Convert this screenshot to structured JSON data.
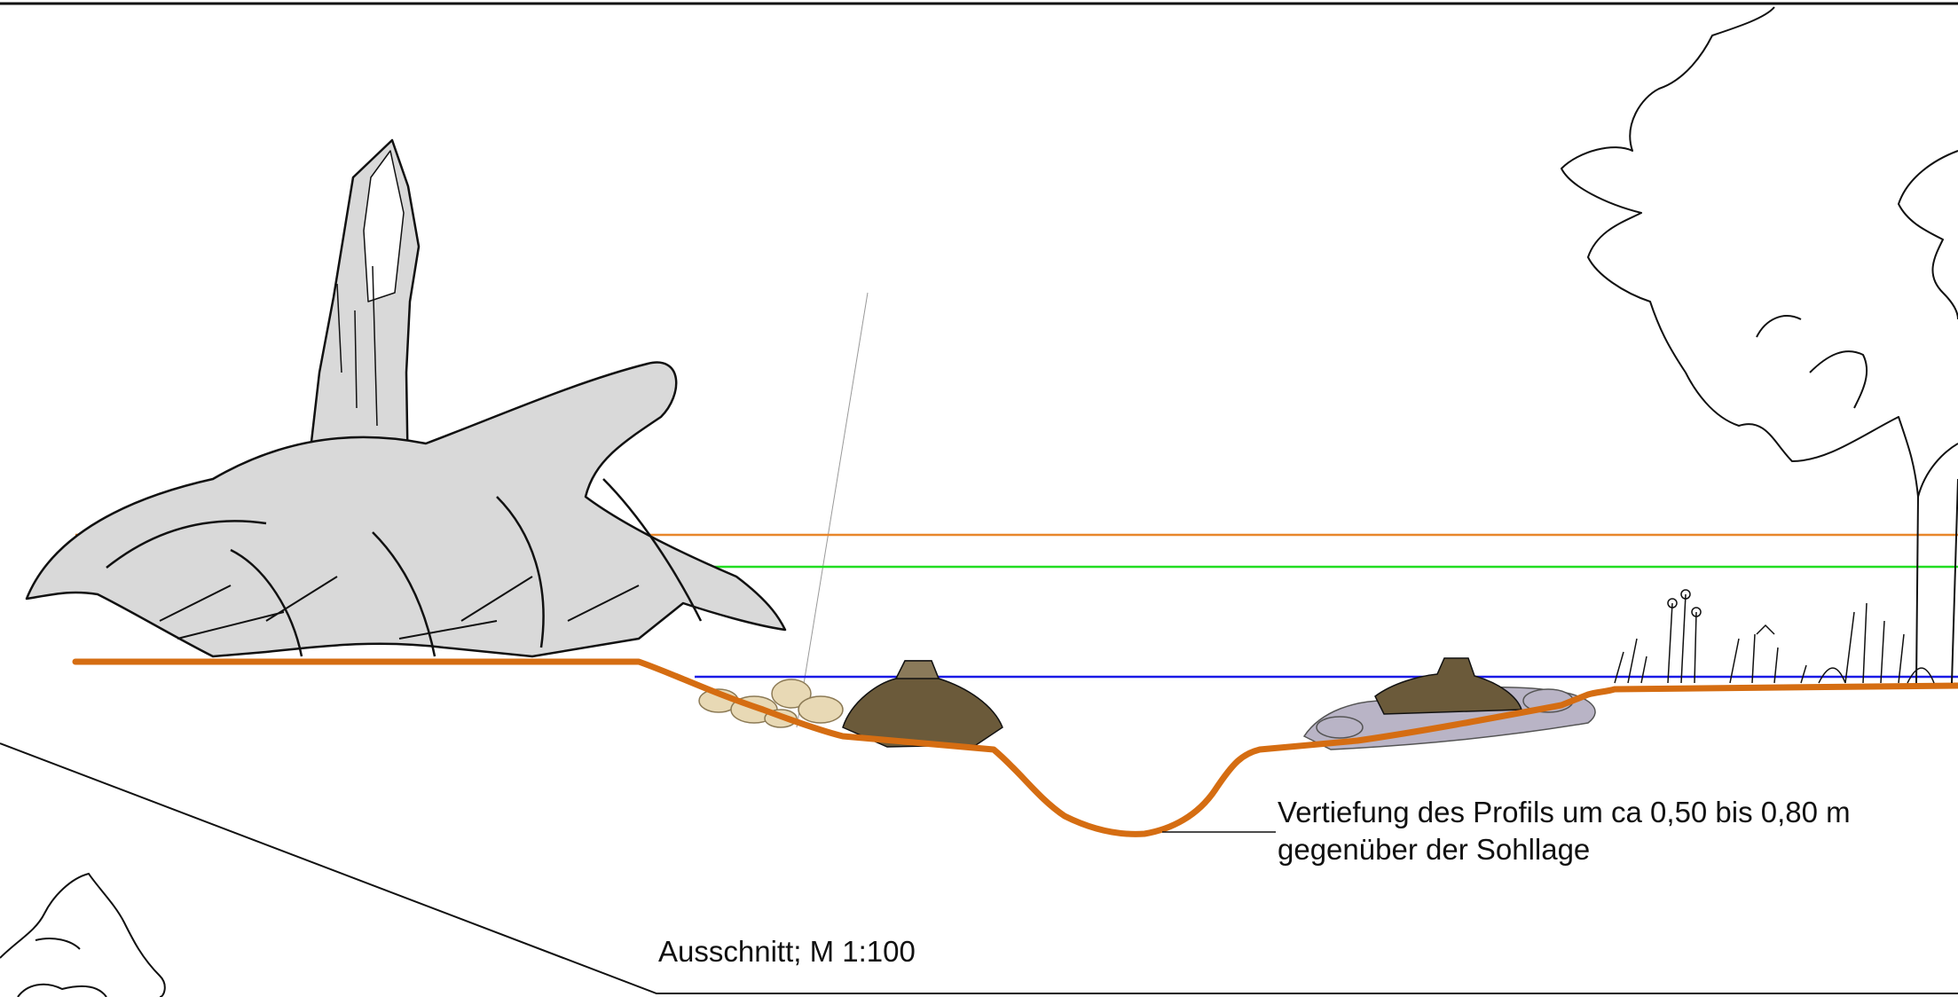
{
  "colors": {
    "profile_line": "#d56d12",
    "high_water_line": "#e8862a",
    "mid_water_line": "#22dd22",
    "low_water_line": "#1a1ae6",
    "outline": "#111111",
    "root_fill": "#d9d9d9",
    "stone_fill": "#e8d9b5",
    "rock_fill": "#b9b4c6"
  },
  "annotation": {
    "line1": "Vertiefung des Profils um ca 0,50 bis 0,80 m",
    "line2": "gegenüber der Sohllage"
  },
  "scale_label": "Ausschnitt; M 1:100",
  "icons": {
    "stump": "tree-stump-with-roots-icon",
    "tree": "tree-outline-icon",
    "stump_small": "small-stump-icon",
    "stones": "stones-icon",
    "plants": "plants-icon",
    "bush": "bush-outline-icon"
  }
}
